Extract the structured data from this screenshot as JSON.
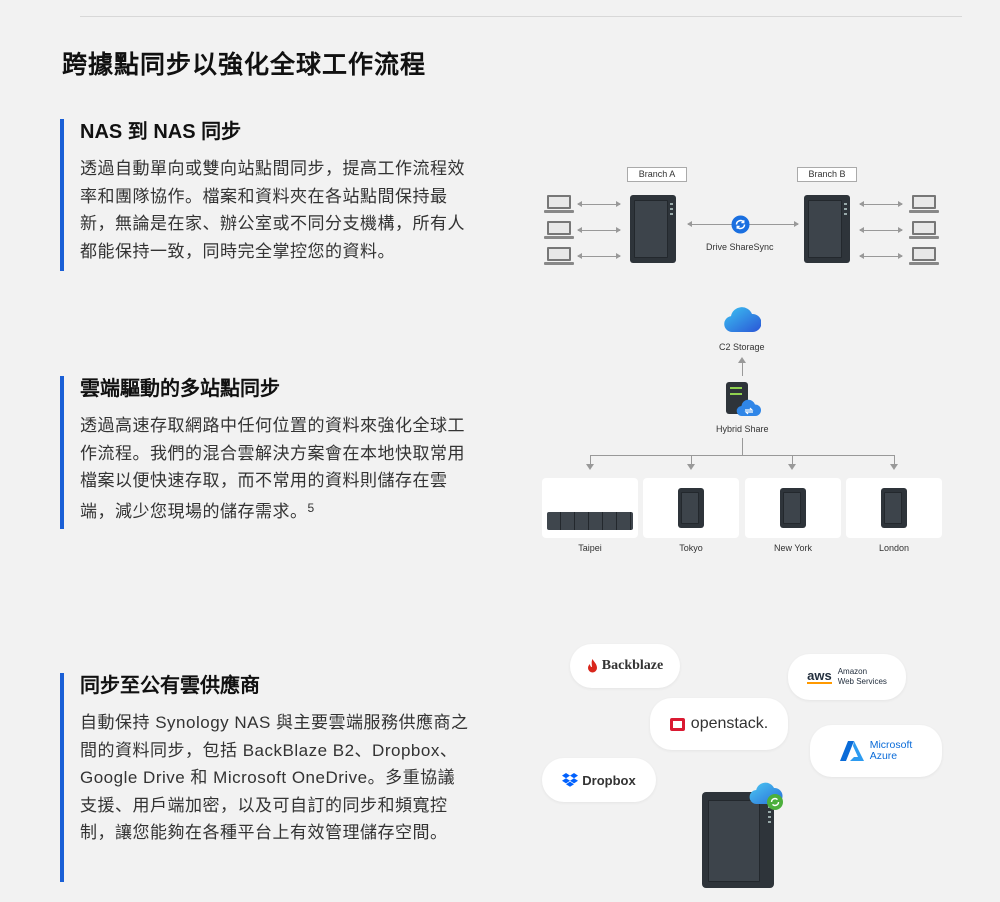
{
  "page": {
    "title": "跨據點同步以強化全球工作流程"
  },
  "features": [
    {
      "title": "NAS 到 NAS 同步",
      "body": "透過自動單向或雙向站點間同步，提高工作流程效率和團隊協作。檔案和資料夾在各站點間保持最新，無論是在家、辦公室或不同分支機構，所有人都能保持一致，同時完全掌控您的資料。"
    },
    {
      "title": "雲端驅動的多站點同步",
      "body": "透過高速存取網路中任何位置的資料來強化全球工作流程。我們的混合雲解決方案會在本地快取常用檔案以便快速存取，而不常用的資料則儲存在雲端，減少您現場的儲存需求。",
      "footnote": "5"
    },
    {
      "title": "同步至公有雲供應商",
      "body": "自動保持 Synology NAS 與主要雲端服務供應商之間的資料同步，包括 BackBlaze B2、Dropbox、Google Drive 和 Microsoft OneDrive。多重協議支援、用戶端加密，以及可自訂的同步和頻寬控制，讓您能夠在各種平台上有效管理儲存空間。"
    }
  ],
  "diagram1": {
    "branch_a": "Branch A",
    "branch_b": "Branch B",
    "link_label": "Drive ShareSync",
    "icons": [
      "laptop-icon",
      "nas-icon",
      "sync-icon"
    ]
  },
  "diagram2": {
    "cloud_label": "C2 Storage",
    "hub_label": "Hybrid Share",
    "locations": [
      "Taipei",
      "Tokyo",
      "New York",
      "London"
    ]
  },
  "diagram3": {
    "providers": {
      "backblaze": "Backblaze",
      "aws_logo": "aws",
      "aws_line1": "Amazon",
      "aws_line2": "Web Services",
      "openstack": "openstack.",
      "azure_line1": "Microsoft",
      "azure_line2": "Azure",
      "dropbox": "Dropbox"
    }
  },
  "colors": {
    "accent": "#1a5fd6",
    "background": "#f2f2f2",
    "nas_body": "#2e343a",
    "backblaze_red": "#d9261c",
    "dropbox_blue": "#0061fe",
    "openstack_red": "#da1a32",
    "azure_blue": "#0a6bd8",
    "aws_orange": "#ff9900"
  }
}
